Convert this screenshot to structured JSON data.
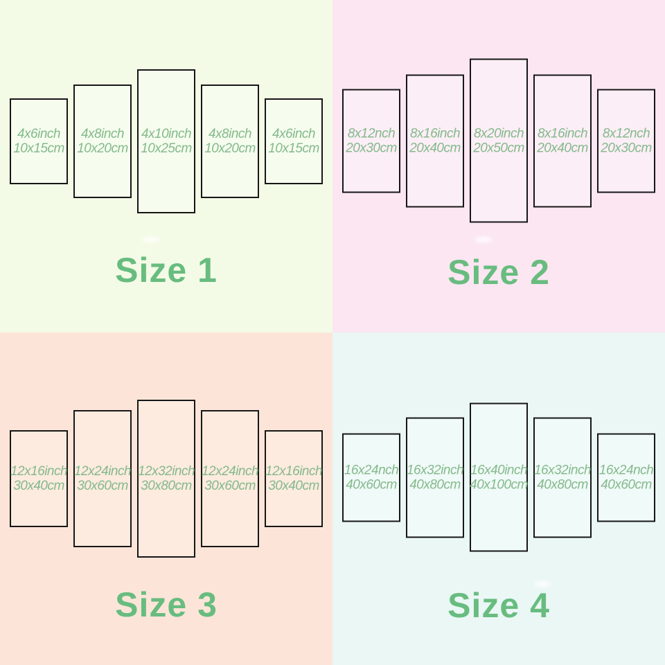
{
  "quadrants": [
    {
      "label": "Size 1",
      "background": "#f3fbe6",
      "panel_background": "#f6fdee",
      "panels": [
        {
          "inch": "4x6inch",
          "cm": "10x15cm"
        },
        {
          "inch": "4x8inch",
          "cm": "10x20cm"
        },
        {
          "inch": "4x10inch",
          "cm": "10x25cm"
        },
        {
          "inch": "4x8inch",
          "cm": "10x20cm"
        },
        {
          "inch": "4x6inch",
          "cm": "10x15cm"
        }
      ]
    },
    {
      "label": "Size 2",
      "background": "#fbe6f2",
      "panel_background": "#fceef6",
      "panels": [
        {
          "inch": "8x12nch",
          "cm": "20x30cm"
        },
        {
          "inch": "8x16inch",
          "cm": "20x40cm"
        },
        {
          "inch": "8x20inch",
          "cm": "20x50cm"
        },
        {
          "inch": "8x16inch",
          "cm": "20x40cm"
        },
        {
          "inch": "8x12nch",
          "cm": "20x30cm"
        }
      ]
    },
    {
      "label": "Size 3",
      "background": "#fce5d8",
      "panel_background": "#fdebdf",
      "panels": [
        {
          "inch": "12x16inch",
          "cm": "30x40cm"
        },
        {
          "inch": "12x24inch",
          "cm": "30x60cm"
        },
        {
          "inch": "12x32inch",
          "cm": "30x80cm"
        },
        {
          "inch": "12x24inch",
          "cm": "30x60cm"
        },
        {
          "inch": "12x16inch",
          "cm": "30x40cm"
        }
      ]
    },
    {
      "label": "Size 4",
      "background": "#eaf7f5",
      "panel_background": "#f0faf8",
      "panels": [
        {
          "inch": "16x24nch",
          "cm": "40x60cm"
        },
        {
          "inch": "16x32inch",
          "cm": "40x80cm"
        },
        {
          "inch": "16x40inch",
          "cm": "40x100cm"
        },
        {
          "inch": "16x32inch",
          "cm": "40x80cm"
        },
        {
          "inch": "16x24nch",
          "cm": "40x60cm"
        }
      ]
    }
  ],
  "colors": {
    "panel_border": "#161616",
    "panel_text": "#84b98c",
    "label_text": "#68bc7f"
  }
}
